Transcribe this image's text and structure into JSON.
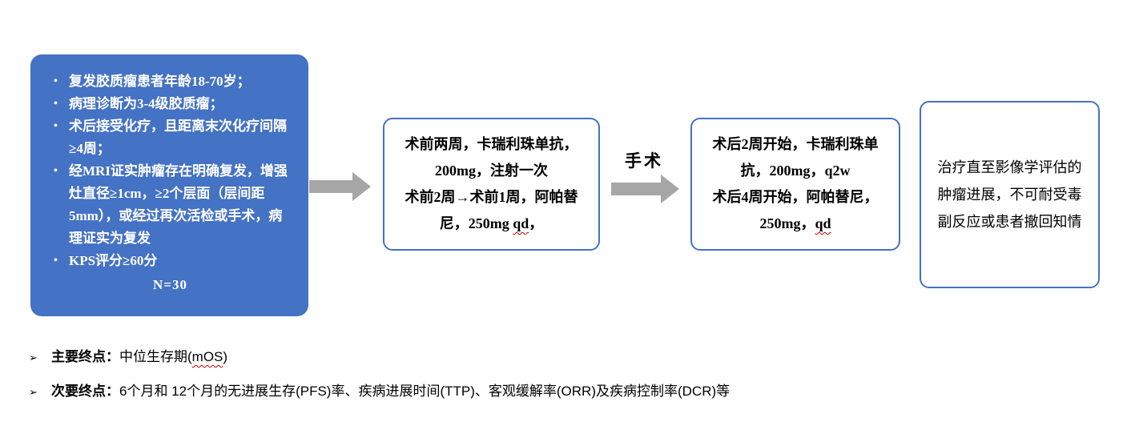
{
  "colors": {
    "primary_blue": "#4472C4",
    "arrow_gray": "#A6A6A6",
    "squiggle_red": "#D40000"
  },
  "inclusion": {
    "bullet_char": "•",
    "bullets": [
      "复发胶质瘤患者年龄18-70岁；",
      "病理诊断为3-4级胶质瘤；",
      "术后接受化疗，且距离末次化疗间隔≥4周；",
      "经MRI证实肿瘤存在明确复发，增强灶直径≥1cm，≥2个层面（层间距5mm），或经过再次活检或手术，病理证实为复发",
      "KPS评分≥60分"
    ],
    "sample_size": "N=30"
  },
  "pre_surgery_box": {
    "line1": "术前两周，卡瑞利珠单抗，200mg，注射一次",
    "line2_pre": "术前2周→术前1周，阿帕替尼，250mg ",
    "line2_dose_code": "qd",
    "line2_post": "，"
  },
  "surgery_label": "手术",
  "post_surgery_box": {
    "line1": "术后2周开始，卡瑞利珠单抗，200mg，q2w",
    "line2_pre": "术后4周开始，阿帕替尼，250mg，",
    "line2_dose_code": "qd"
  },
  "continuation_box": {
    "text": "治疗直至影像学评估的肿瘤进展，不可耐受毒副反应或患者撤回知情"
  },
  "endpoints": {
    "marker_char": "➢",
    "primary": {
      "label": "主要终点：",
      "text_pre": "中位生存期(",
      "code": "mOS",
      "text_post": ")"
    },
    "secondary": {
      "label": "次要终点：",
      "text": "6个月和 12个月的无进展生存(PFS)率、疾病进展时间(TTP)、客观缓解率(ORR)及疾病控制率(DCR)等"
    }
  }
}
